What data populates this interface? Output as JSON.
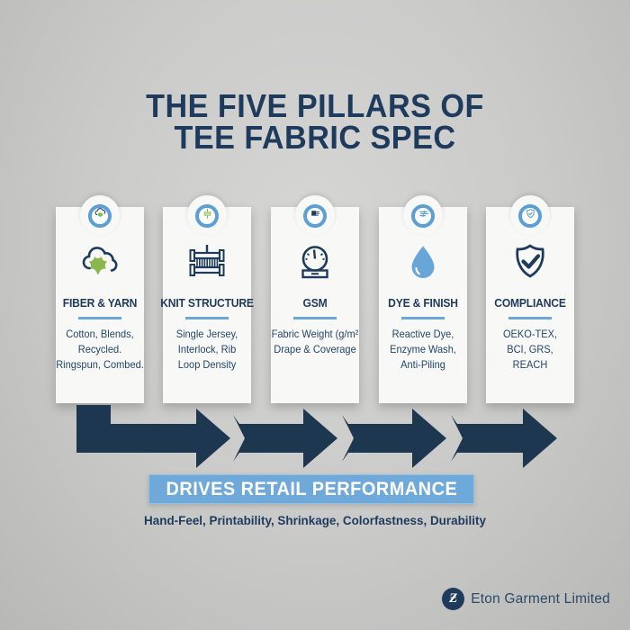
{
  "title": {
    "line1": "THE FIVE PILLARS OF",
    "line2": "TEE FABRIC SPEC"
  },
  "pillars": [
    {
      "title": "FIBER & YARN",
      "badge_icon": "cotton-mini-icon",
      "main_icon": "cotton-boll-icon",
      "lines": [
        "Cotton, Blends,",
        "Recycled.",
        "Ringspun, Combed."
      ]
    },
    {
      "title": "KNIT STRUCTURE",
      "badge_icon": "fabric-swatch-icon",
      "main_icon": "knit-loom-icon",
      "lines": [
        "Single Jersey,",
        "Interlock, Rib",
        "Loop Density"
      ]
    },
    {
      "title": "GSM",
      "badge_icon": "weight-tag-icon",
      "main_icon": "weighing-scale-icon",
      "lines": [
        "Fabric Weight (g/m²",
        "Drape & Coverage"
      ]
    },
    {
      "title": "DYE & FINISH",
      "badge_icon": "dye-lines-icon",
      "main_icon": "water-droplet-icon",
      "lines": [
        "Reactive Dye,",
        "Enzyme Wash,",
        "Anti-Piling"
      ]
    },
    {
      "title": "COMPLIANCE",
      "badge_icon": "shield-check-mini-icon",
      "main_icon": "shield-check-icon",
      "lines": [
        "OEKO-TEX,",
        "BCI, GRS,",
        "REACH"
      ]
    }
  ],
  "banner": {
    "label": "DRIVES RETAIL PERFORMANCE"
  },
  "subtitle": "Hand-Feel, Printability, Shrinkage, Colorfastness, Durability",
  "footer": {
    "company": "Eton Garment Limited",
    "logo_letter": "Ƶ"
  },
  "colors": {
    "background_gray": "#cacac9",
    "navy": "#1e3b5e",
    "arrow_navy": "#1d3751",
    "accent_blue": "#5b9fd4",
    "banner_blue": "#6fa9d9",
    "droplet_blue": "#68a5d8",
    "leaf_green": "#8ab84d",
    "card_white": "#f8f9f7"
  }
}
